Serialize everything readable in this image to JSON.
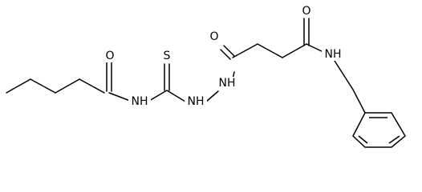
{
  "labels": {
    "o_pentanoyl": "O",
    "nh_amide1": "NH",
    "s_thio": "S",
    "nh_hydrazide1": "NH",
    "nh_hydrazide2": "NH",
    "o_succinyl1": "O",
    "o_succinyl2": "O",
    "nh_benzylamide": "NH"
  }
}
